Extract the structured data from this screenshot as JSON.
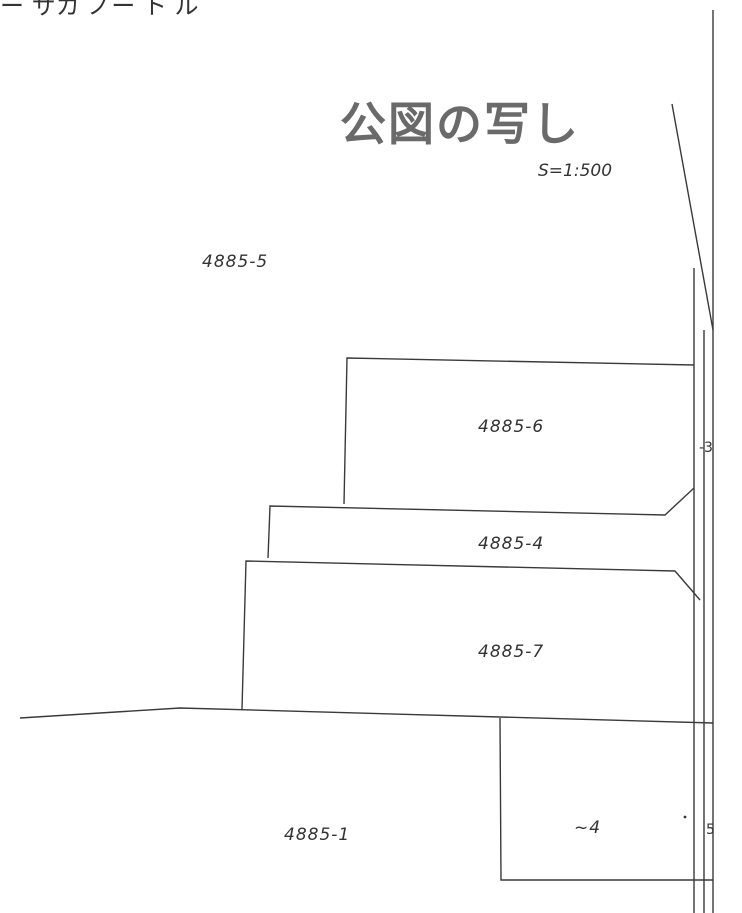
{
  "header_fragment": "ー サカ ノー ト ル",
  "stamp_title": "公図の写し",
  "scale": "S=1:500",
  "parcels": {
    "p5": "4885-5",
    "p6": "4885-6",
    "p4": "4885-4",
    "p7": "4885-7",
    "p1": "4885-1",
    "pminus4": "~4"
  },
  "edge_labels": {
    "right3": "-3",
    "right5": "5"
  }
}
